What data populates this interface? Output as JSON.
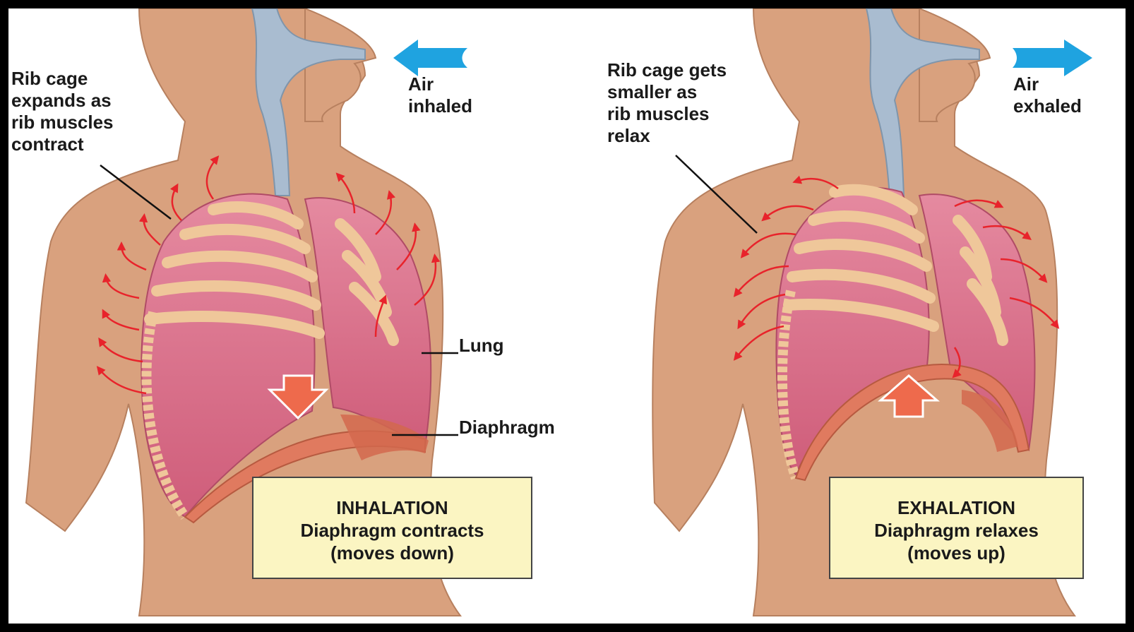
{
  "inhalation": {
    "air_label": "Air\ninhaled",
    "rib_label": "Rib cage\nexpands as\nrib muscles\ncontract",
    "lung_label": "Lung",
    "diaphragm_label": "Diaphragm",
    "box": {
      "title": "INHALATION",
      "line1": "Diaphragm contracts",
      "line2": "(moves down)"
    }
  },
  "exhalation": {
    "air_label": "Air\nexhaled",
    "rib_label": "Rib cage gets\nsmaller as\nrib muscles\nrelax",
    "box": {
      "title": "EXHALATION",
      "line1": "Diaphragm relaxes",
      "line2": "(moves up)"
    }
  },
  "colors": {
    "skin": "#d9a17e",
    "lung": "#d9708a",
    "rib": "#efc79a",
    "airway": "#a9bcd0",
    "motion_arrow": "#e8232b",
    "air_arrow": "#1fa3e0",
    "diaphragm_arrow": "#ee6a4c",
    "caption_box": "#fbf5c2"
  }
}
